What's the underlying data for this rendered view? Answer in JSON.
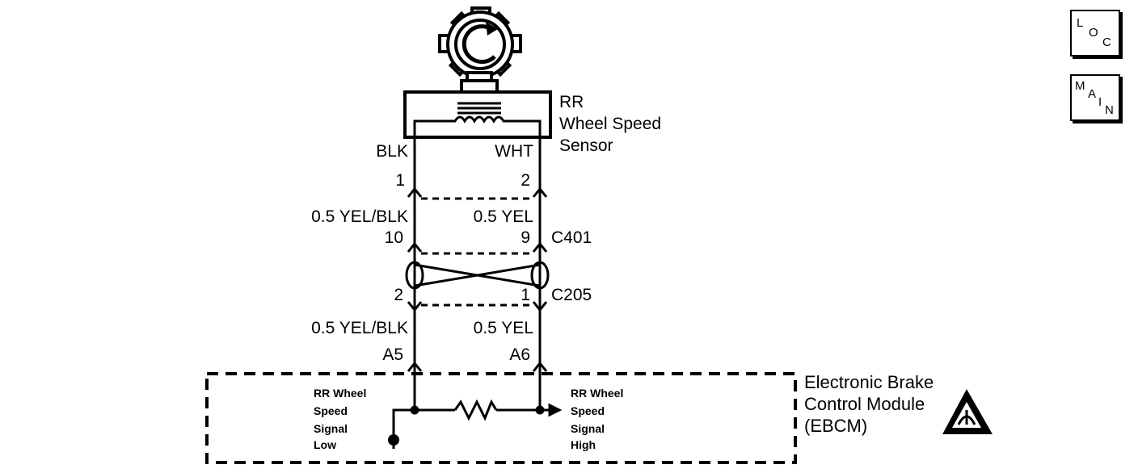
{
  "sensor": {
    "name_line1": "RR",
    "name_line2": "Wheel Speed",
    "name_line3": "Sensor",
    "wire_left_color": "BLK",
    "wire_right_color": "WHT",
    "pin_left": "1",
    "pin_right": "2"
  },
  "connector_c401": {
    "id": "C401",
    "wire_left": "0.5 YEL/BLK",
    "wire_right": "0.5 YEL",
    "pin_left": "10",
    "pin_right": "9"
  },
  "connector_c205": {
    "id": "C205",
    "pin_left": "2",
    "pin_right": "1",
    "wire_left": "0.5 YEL/BLK",
    "wire_right": "0.5 YEL"
  },
  "ebcm": {
    "pin_left": "A5",
    "pin_right": "A6",
    "name_line1": "Electronic Brake",
    "name_line2": "Control Module",
    "name_line3": "(EBCM)",
    "signal_low": [
      "RR Wheel",
      "Speed",
      "Signal",
      "Low"
    ],
    "signal_high": [
      "RR Wheel",
      "Speed",
      "Signal",
      "High"
    ]
  },
  "nav": {
    "loc": {
      "l1": "L",
      "l2": "O",
      "l3": "C"
    },
    "main": {
      "l1": "M",
      "l2": "A",
      "l3": "I",
      "l4": "N"
    }
  },
  "icons": [
    "wheel-speed-sensor-icon",
    "esd-warning-icon",
    "ground-icon",
    "resistor-icon"
  ]
}
